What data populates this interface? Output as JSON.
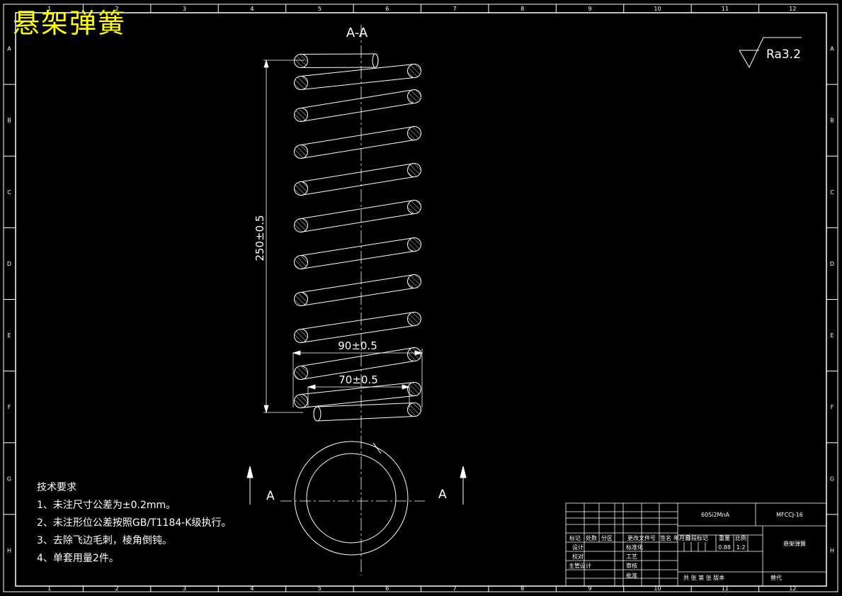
{
  "title": "悬架弹簧",
  "section_label": "A-A",
  "section_marker": "A",
  "roughness": "Ra3.2",
  "dimensions": {
    "free_length": "250±0.5",
    "outer_diameter": "90±0.5",
    "inner_diameter": "70±0.5"
  },
  "notes": {
    "heading": "技术要求",
    "items": [
      "1、未注尺寸公差为±0.2mm。",
      "2、未注形位公差按照GB/T1184-K级执行。",
      "3、去除飞边毛刺，棱角倒钝。",
      "4、单套用量2件。"
    ]
  },
  "frame": {
    "columns": [
      "1",
      "2",
      "3",
      "4",
      "5",
      "6",
      "7",
      "8",
      "9",
      "10",
      "11",
      "12"
    ],
    "rows": [
      "A",
      "B",
      "C",
      "D",
      "E",
      "F",
      "G",
      "H"
    ]
  },
  "title_block": {
    "material": "60Si2MnA",
    "drawing_no": "MFCCJ-16",
    "part_name": "悬架弹簧",
    "header_row": [
      "标记",
      "处数",
      "分区",
      "更改文件号",
      "签名",
      "年月日"
    ],
    "roles_left": [
      "设计",
      "校对",
      "主管设计"
    ],
    "roles_right": [
      "标准化",
      "工艺",
      "审核",
      "批准"
    ],
    "stage_headers": [
      "阶段标记",
      "重量",
      "比例"
    ],
    "weight": "0.88",
    "scale": "1:2",
    "sheet_info": "共 张 第 张 版本",
    "replace": "替代"
  }
}
